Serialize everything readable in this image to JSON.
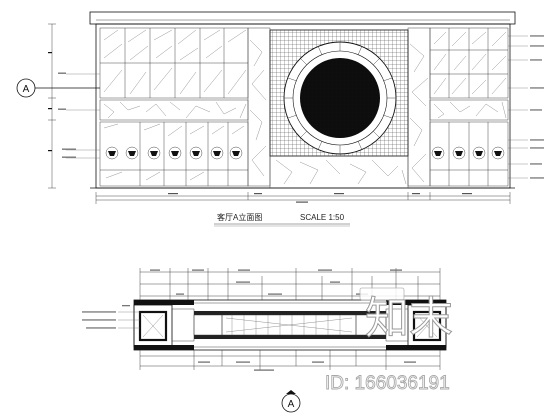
{
  "elevation": {
    "title": "客厅A立面图",
    "scale": "SCALE 1:50",
    "section_tag": "A"
  },
  "plan": {
    "section_tag": "A"
  },
  "watermark": {
    "logo_text": "知末",
    "id_text": "ID: 166036191"
  }
}
